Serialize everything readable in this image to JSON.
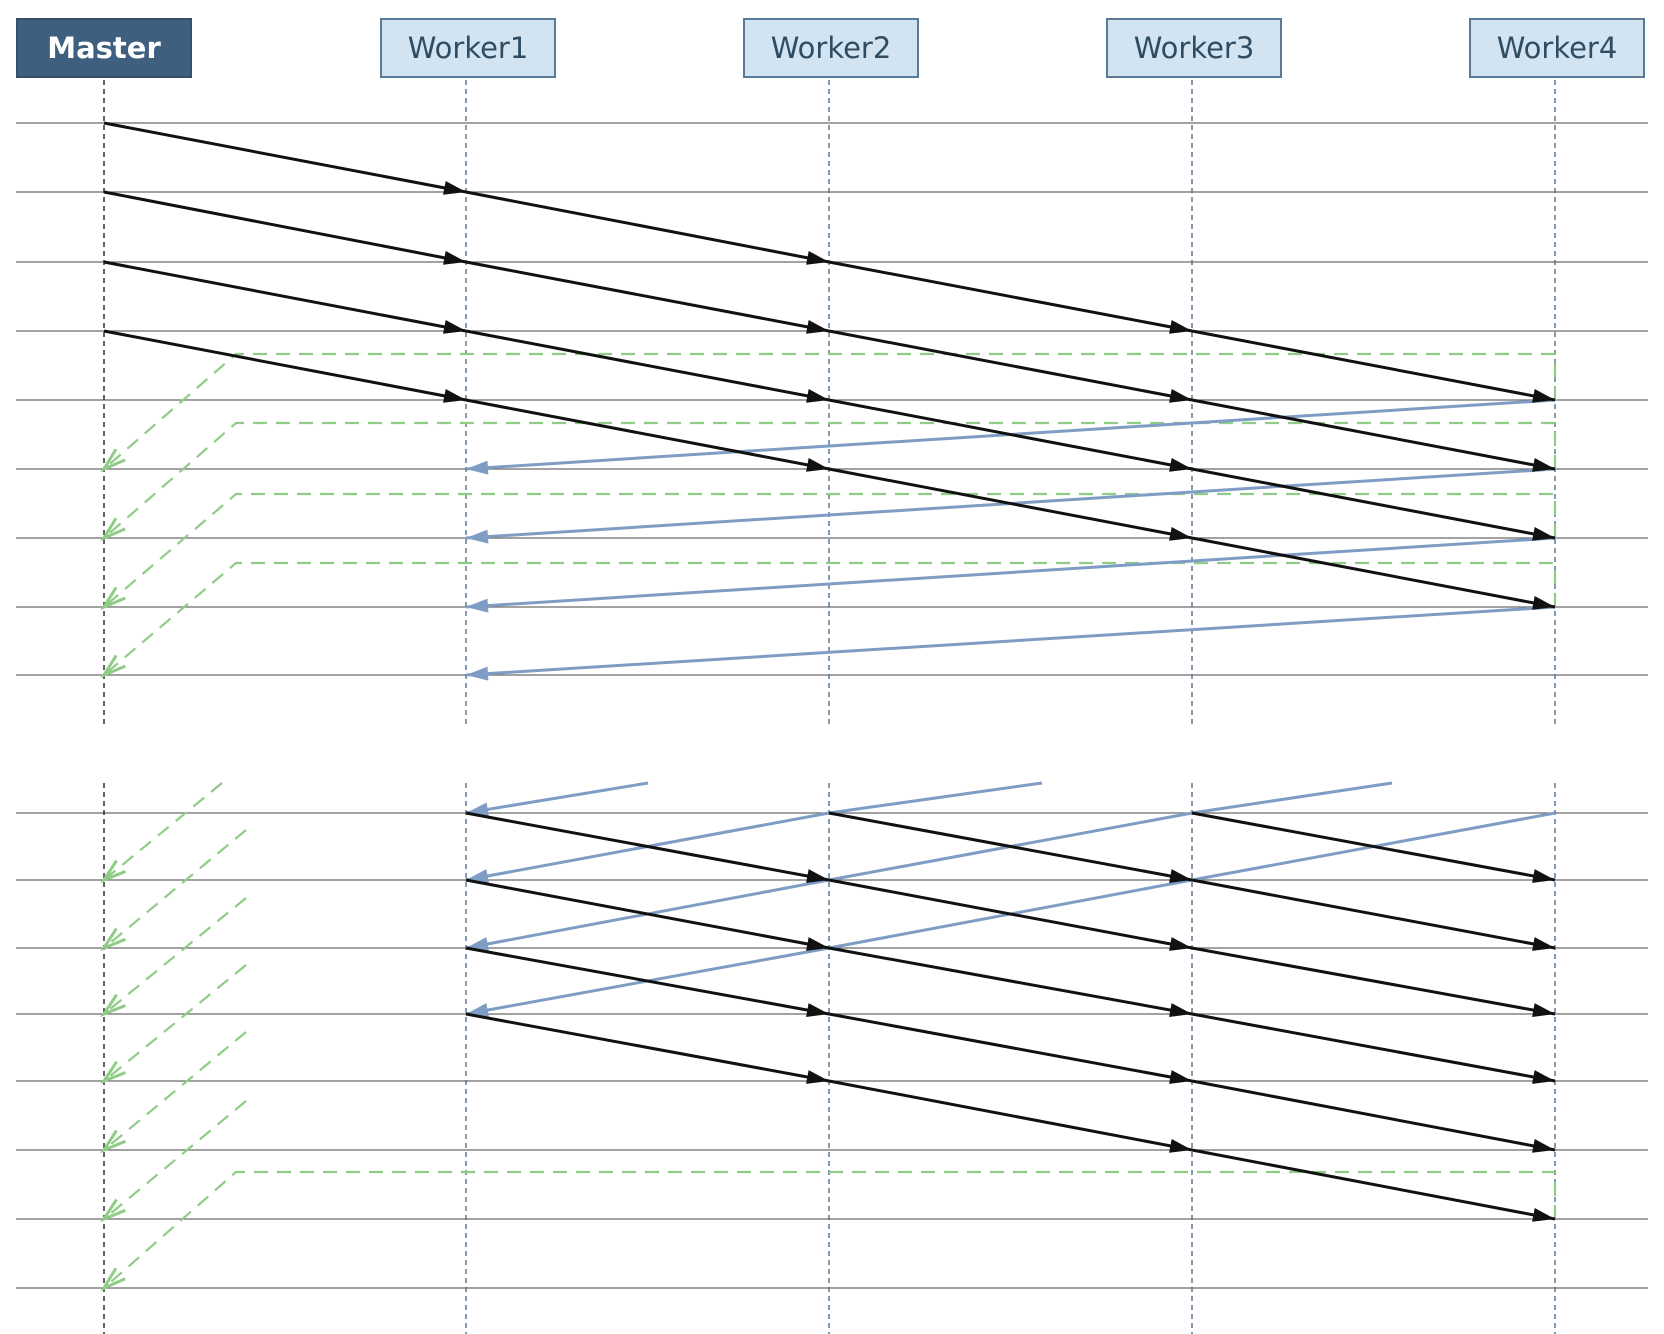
{
  "nodes": {
    "master": "Master",
    "worker1": "Worker1",
    "worker2": "Worker2",
    "worker3": "Worker3",
    "worker4": "Worker4"
  },
  "colors": {
    "forward": "#111111",
    "backward": "#7f9dc4",
    "result": "#8fcc86",
    "lifeline": "#4f6f8c",
    "timeline": "#6b6b6b",
    "master_fill": "#3e5f7e",
    "worker_fill": "#d2e4f1"
  }
}
